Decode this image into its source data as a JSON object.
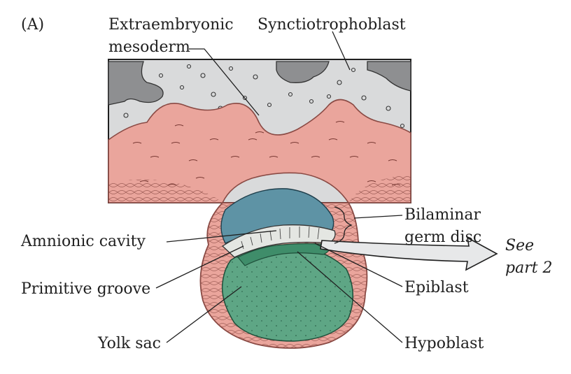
{
  "figure": {
    "panel_label": "(A)",
    "labels": {
      "extraembryonic_line1": "Extraembryonic",
      "extraembryonic_line2": "mesoderm",
      "synciotrophoblast": "Synctiotrophoblast",
      "bilaminar_line1": "Bilaminar",
      "bilaminar_line2": "germ disc",
      "see_line1": "See",
      "see_line2": "part 2",
      "amnionic_cavity": "Amnionic cavity",
      "primitive_groove": "Primitive groove",
      "epiblast": "Epiblast",
      "yolk_sac": "Yolk sac",
      "hypoblast": "Hypoblast"
    }
  },
  "colors": {
    "syncytio_gray": "#d9dadb",
    "dark_gray": "#8e8f91",
    "mesoderm_pink": "#eaa59c",
    "mesoderm_outline": "#8a4a44",
    "amnion_blue": "#5e93a5",
    "yolk_green": "#5ea685",
    "epiblast_light": "#e4e6e2",
    "arrow_gray": "#e7e8e9"
  }
}
